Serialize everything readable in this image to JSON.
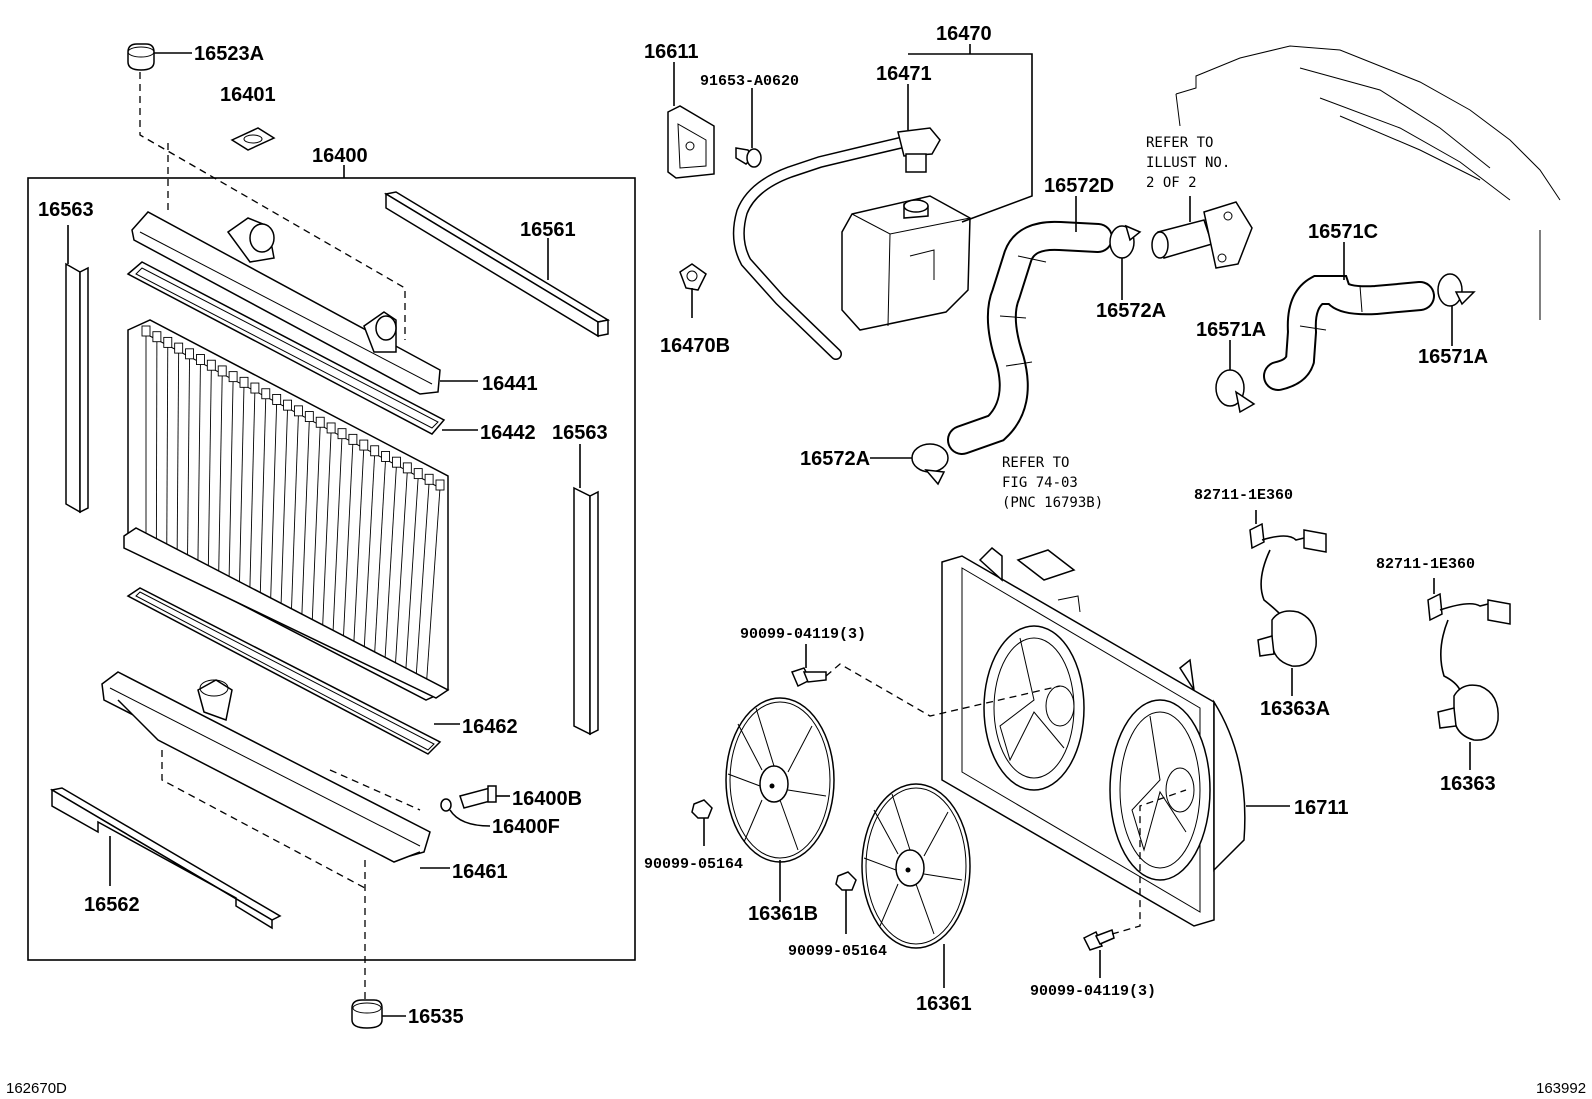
{
  "diagram": {
    "labels": {
      "p16523A": "16523A",
      "p16401": "16401",
      "p16400": "16400",
      "p16563_left": "16563",
      "p16561": "16561",
      "p16441": "16441",
      "p16442": "16442",
      "p16563_right": "16563",
      "p16462": "16462",
      "p16400B": "16400B",
      "p16400F": "16400F",
      "p16461": "16461",
      "p16562": "16562",
      "p16535": "16535",
      "p16611": "16611",
      "p91653": "91653-A0620",
      "p16470": "16470",
      "p16471": "16471",
      "p16470B": "16470B",
      "p16572D": "16572D",
      "p16572A_top": "16572A",
      "p16572A_bottom": "16572A",
      "p16571C": "16571C",
      "p16571A_left": "16571A",
      "p16571A_right": "16571A",
      "p82711_a": "82711-1E360",
      "p82711_b": "82711-1E360",
      "p16363A": "16363A",
      "p16363": "16363",
      "p16711": "16711",
      "p90099_04119_a": "90099-04119(3)",
      "p90099_04119_b": "90099-04119(3)",
      "p90099_05164_a": "90099-05164",
      "p90099_05164_b": "90099-05164",
      "p16361B": "16361B",
      "p16361": "16361"
    },
    "notes": {
      "illust_1": "REFER TO",
      "illust_2": "ILLUST NO.",
      "illust_3": "2 OF 2",
      "fig_1": "REFER TO",
      "fig_2": "FIG 74-03",
      "fig_3": "(PNC 16793B)"
    },
    "footer": {
      "left_code": "162670D",
      "right_code": "163992"
    }
  }
}
